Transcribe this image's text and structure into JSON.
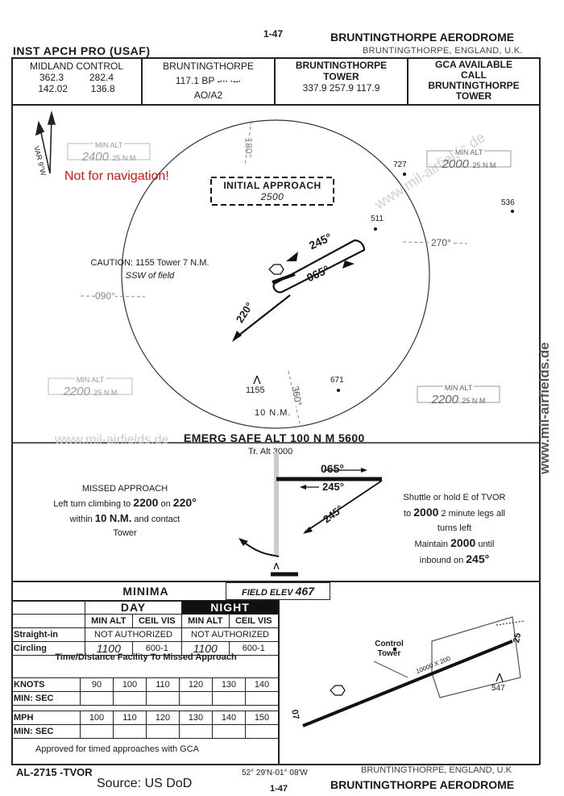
{
  "header": {
    "page_num": "1-47",
    "aerodrome_title": "BRUNTINGTHORPE AERODROME",
    "proc_title": "INST APCH PRO (USAF)",
    "location": "BRUNTINGTHORPE, ENGLAND, U.K."
  },
  "comms": {
    "midland": {
      "name": "MIDLAND CONTROL",
      "f1": "362.3",
      "f2": "282.4",
      "f3": "142.02",
      "f4": "136.8"
    },
    "beacon": {
      "name": "BRUNTINGTHORPE",
      "freq": "117.1 BP",
      "morse": "-···  ·--·",
      "cls": "AO/A2"
    },
    "tower": {
      "name1": "BRUNTINGTHORPE",
      "name2": "TOWER",
      "freqs": "337.9  257.9  117.9"
    },
    "gca": {
      "l1": "GCA AVAILABLE",
      "l2": "CALL",
      "l3": "BRUNTINGTHORPE",
      "l4": "TOWER"
    }
  },
  "plan": {
    "var": "VAR 9°W",
    "sectors": [
      {
        "label": "MIN ALT",
        "alt": "2400",
        "unit": "25 N M"
      },
      {
        "label": "MIN ALT",
        "alt": "2000",
        "unit": "25 N M"
      },
      {
        "label": "MIN ALT",
        "alt": "2200",
        "unit": "25 N M"
      },
      {
        "label": "MIN ALT",
        "alt": "2200",
        "unit": "25 N M"
      }
    ],
    "not_for_nav": "Not for navigation!",
    "initial_approach": "INITIAL APPROACH",
    "initial_alt": "2500",
    "caution_l1": "CAUTION: 1155 Tower 7 N.M.",
    "caution_l2": "SSW of field",
    "bearings": {
      "b180": "180°",
      "b090": "090°",
      "b270": "270°",
      "b360": "360°"
    },
    "courses": {
      "c245": "245°",
      "c065": "065°",
      "c220": "220°"
    },
    "heights": {
      "h727": "727",
      "h536": "536",
      "h511": "511",
      "h671": "671",
      "h1155": "1155"
    },
    "ring": "10 N.M.",
    "emerg": "EMERG  SAFE  ALT  100  N M 5600",
    "tralt": "Tr. Alt 3000"
  },
  "missed": {
    "title": "MISSED APPROACH",
    "l1a": "Left turn climbing to ",
    "l1b": "2200",
    "l1c": " on ",
    "l1d": "220°",
    "l2a": "within ",
    "l2b": "10 N.M.",
    "l2c": " and contact",
    "l3": "Tower",
    "c065": "065°",
    "c245a": "245°",
    "c245b": "245°",
    "shuttle1": "Shuttle or hold E of TVOR",
    "shuttle2a": "to ",
    "shuttle2b": "2000",
    "shuttle2c": " 2 minute legs all",
    "shuttle3": "turns left",
    "maint_a": "Maintain ",
    "maint_b": "2000",
    "maint_c": " until",
    "inb_a": "inbound on ",
    "inb_b": "245°"
  },
  "minima": {
    "title": "MINIMA",
    "field_elev_label": "FIELD ELEV",
    "field_elev": "467",
    "day": "DAY",
    "night": "NIGHT",
    "min_alt": "MIN ALT",
    "ceil_vis": "CEIL VIS",
    "straight_in": "Straight-in",
    "not_auth": "NOT AUTHORIZED",
    "circling": "Circling",
    "circ_alt": "1100",
    "circ_cv": "600-1",
    "time_dist": "Time/Distance Facility To Missed Approach",
    "knots": "KNOTS",
    "min_sec": "MIN:  SEC",
    "mph": "MPH",
    "min_sec2": "MIN:   SEC",
    "knots_vals": [
      "90",
      "100",
      "110",
      "120",
      "130",
      "140"
    ],
    "mph_vals": [
      "100",
      "110",
      "120",
      "130",
      "140",
      "150"
    ],
    "approved": "Approved  for timed  approaches with GCA"
  },
  "airfield": {
    "control_tower": "Control Tower",
    "runway": "10000 X 200",
    "rw_a": "25",
    "rw_b": "07",
    "obst": "547"
  },
  "footer": {
    "chart_id": "AL-2715 -TVOR",
    "coords": "52° 29'N-01° 08'W",
    "location": "BRUNTINGTHORPE, ENGLAND, U.K",
    "page_num": "1-47",
    "aerodrome_title": "BRUNTINGTHORPE AERODROME",
    "source": "Source: US DoD"
  },
  "watermarks": {
    "wm1": "www.mil-airfields.de",
    "wm2": "www.mil-airfields.de",
    "wm3": "www.mil-airfields.de"
  }
}
